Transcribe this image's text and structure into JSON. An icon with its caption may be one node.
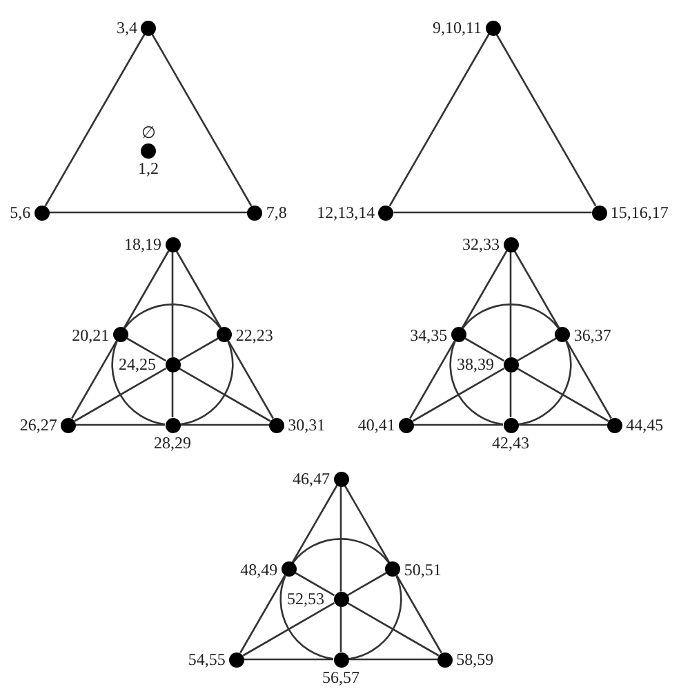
{
  "diagram": {
    "nodes": [
      {
        "text": [],
        "shape": "circle",
        "beside": [
          "3,4"
        ]
      },
      {
        "text": [],
        "shape": "circle",
        "beside": [
          "∅",
          "1,2"
        ]
      },
      {
        "text": [],
        "shape": "circle",
        "beside": [
          "5,6"
        ]
      },
      {
        "text": [],
        "shape": "circle",
        "beside": [
          "7,8"
        ]
      },
      {
        "text": [],
        "shape": "circle",
        "beside": [
          "9,10,11"
        ]
      },
      {
        "text": [],
        "shape": "circle",
        "beside": [
          "12,13,14"
        ]
      },
      {
        "text": [],
        "shape": "circle",
        "beside": [
          "15,16,17"
        ]
      },
      {
        "text": [],
        "shape": "circle",
        "beside": [
          "18,19"
        ]
      },
      {
        "text": [],
        "shape": "circle",
        "beside": [
          "20,21"
        ]
      },
      {
        "text": [],
        "shape": "circle",
        "beside": [
          "22,23"
        ]
      },
      {
        "text": [],
        "shape": "circle",
        "beside": [
          "24,25"
        ]
      },
      {
        "text": [],
        "shape": "circle",
        "beside": [
          "26,27"
        ]
      },
      {
        "text": [],
        "shape": "circle",
        "beside": [
          "28,29"
        ]
      },
      {
        "text": [],
        "shape": "circle",
        "beside": [
          "30,31"
        ]
      },
      {
        "text": [],
        "shape": "circle",
        "beside": [
          "32,33"
        ]
      },
      {
        "text": [],
        "shape": "circle",
        "beside": [
          "34,35"
        ]
      },
      {
        "text": [],
        "shape": "circle",
        "beside": [
          "36,37"
        ]
      },
      {
        "text": [],
        "shape": "circle",
        "beside": [
          "38,39"
        ]
      },
      {
        "text": [],
        "shape": "circle",
        "beside": [
          "40,41"
        ]
      },
      {
        "text": [],
        "shape": "circle",
        "beside": [
          "42,43"
        ]
      },
      {
        "text": [],
        "shape": "circle",
        "beside": [
          "44,45"
        ]
      },
      {
        "text": [],
        "shape": "circle",
        "beside": [
          "46,47"
        ]
      },
      {
        "text": [],
        "shape": "circle",
        "beside": [
          "48,49"
        ]
      },
      {
        "text": [],
        "shape": "circle",
        "beside": [
          "50,51"
        ]
      },
      {
        "text": [],
        "shape": "circle",
        "beside": [
          "52,53"
        ]
      },
      {
        "text": [],
        "shape": "circle",
        "beside": [
          "54,55"
        ]
      },
      {
        "text": [],
        "shape": "circle",
        "beside": [
          "56,57"
        ]
      },
      {
        "text": [],
        "shape": "circle",
        "beside": [
          "58,59"
        ]
      }
    ],
    "edges": [
      {
        "from": 0,
        "to": 2,
        "arrow": "none"
      },
      {
        "from": 0,
        "to": 3,
        "arrow": "none"
      },
      {
        "from": 2,
        "to": 3,
        "arrow": "none"
      },
      {
        "from": 4,
        "to": 5,
        "arrow": "none"
      },
      {
        "from": 4,
        "to": 6,
        "arrow": "none"
      },
      {
        "from": 5,
        "to": 6,
        "arrow": "none"
      },
      {
        "from": 7,
        "to": 8,
        "arrow": "none"
      },
      {
        "from": 8,
        "to": 11,
        "arrow": "none"
      },
      {
        "from": 7,
        "to": 9,
        "arrow": "none"
      },
      {
        "from": 9,
        "to": 13,
        "arrow": "none"
      },
      {
        "from": 11,
        "to": 12,
        "arrow": "none"
      },
      {
        "from": 12,
        "to": 13,
        "arrow": "none"
      },
      {
        "from": 7,
        "to": 10,
        "arrow": "none"
      },
      {
        "from": 10,
        "to": 12,
        "arrow": "none"
      },
      {
        "from": 8,
        "to": 10,
        "arrow": "none"
      },
      {
        "from": 10,
        "to": 13,
        "arrow": "none"
      },
      {
        "from": 9,
        "to": 10,
        "arrow": "none"
      },
      {
        "from": 10,
        "to": 11,
        "arrow": "none"
      },
      {
        "from": 8,
        "to": 9,
        "arrow": "none"
      },
      {
        "from": 9,
        "to": 12,
        "arrow": "none"
      },
      {
        "from": 12,
        "to": 8,
        "arrow": "none"
      },
      {
        "from": 14,
        "to": 15,
        "arrow": "none"
      },
      {
        "from": 15,
        "to": 18,
        "arrow": "none"
      },
      {
        "from": 14,
        "to": 16,
        "arrow": "none"
      },
      {
        "from": 16,
        "to": 20,
        "arrow": "none"
      },
      {
        "from": 18,
        "to": 19,
        "arrow": "none"
      },
      {
        "from": 19,
        "to": 20,
        "arrow": "none"
      },
      {
        "from": 14,
        "to": 17,
        "arrow": "none"
      },
      {
        "from": 17,
        "to": 19,
        "arrow": "none"
      },
      {
        "from": 15,
        "to": 17,
        "arrow": "none"
      },
      {
        "from": 17,
        "to": 20,
        "arrow": "none"
      },
      {
        "from": 16,
        "to": 17,
        "arrow": "none"
      },
      {
        "from": 17,
        "to": 18,
        "arrow": "none"
      },
      {
        "from": 15,
        "to": 16,
        "arrow": "none"
      },
      {
        "from": 16,
        "to": 19,
        "arrow": "none"
      },
      {
        "from": 19,
        "to": 15,
        "arrow": "none"
      },
      {
        "from": 21,
        "to": 22,
        "arrow": "none"
      },
      {
        "from": 22,
        "to": 25,
        "arrow": "none"
      },
      {
        "from": 21,
        "to": 23,
        "arrow": "none"
      },
      {
        "from": 23,
        "to": 27,
        "arrow": "none"
      },
      {
        "from": 25,
        "to": 26,
        "arrow": "none"
      },
      {
        "from": 26,
        "to": 27,
        "arrow": "none"
      },
      {
        "from": 21,
        "to": 24,
        "arrow": "none"
      },
      {
        "from": 24,
        "to": 26,
        "arrow": "none"
      },
      {
        "from": 22,
        "to": 24,
        "arrow": "none"
      },
      {
        "from": 24,
        "to": 27,
        "arrow": "none"
      },
      {
        "from": 23,
        "to": 24,
        "arrow": "none"
      },
      {
        "from": 24,
        "to": 25,
        "arrow": "none"
      },
      {
        "from": 22,
        "to": 23,
        "arrow": "none"
      },
      {
        "from": 23,
        "to": 26,
        "arrow": "none"
      },
      {
        "from": 26,
        "to": 22,
        "arrow": "none"
      }
    ]
  }
}
